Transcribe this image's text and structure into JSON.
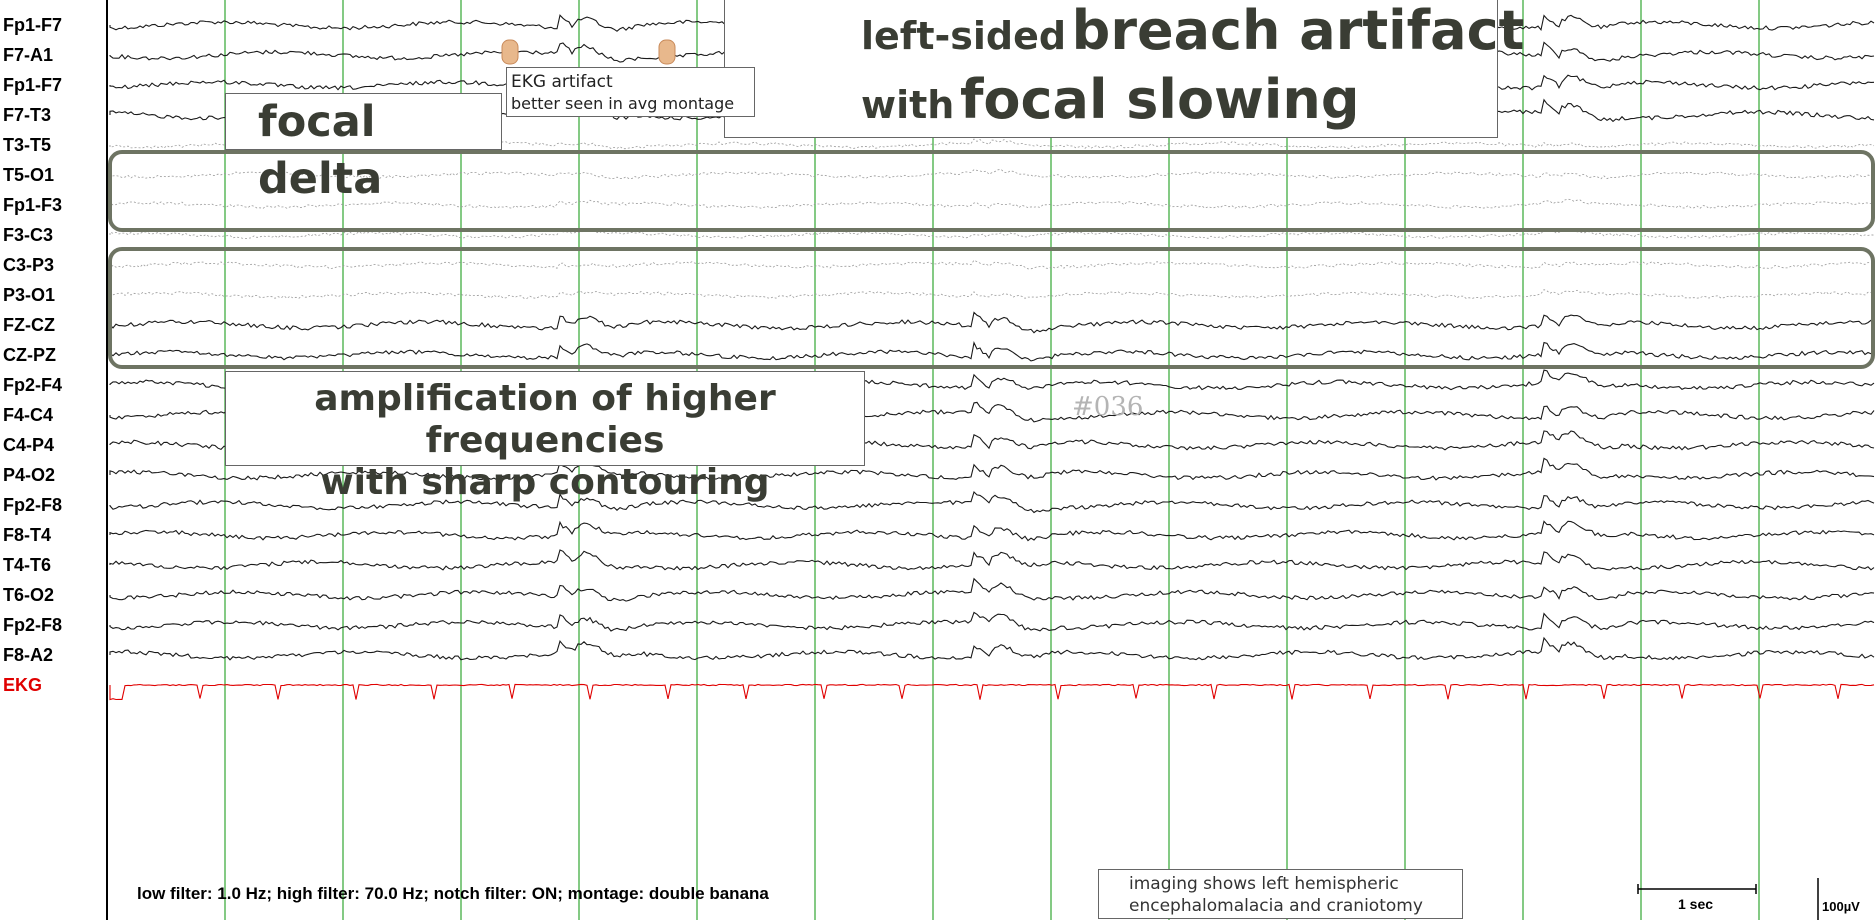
{
  "channels": [
    {
      "label": "Fp1-F7",
      "color": "#000000"
    },
    {
      "label": "F7-A1",
      "color": "#000000"
    },
    {
      "label": "Fp1-F7",
      "color": "#000000"
    },
    {
      "label": "F7-T3",
      "color": "#000000"
    },
    {
      "label": "T3-T5",
      "color": "#000000"
    },
    {
      "label": "T5-O1",
      "color": "#000000"
    },
    {
      "label": "Fp1-F3",
      "color": "#000000"
    },
    {
      "label": "F3-C3",
      "color": "#000000"
    },
    {
      "label": "C3-P3",
      "color": "#000000"
    },
    {
      "label": "P3-O1",
      "color": "#000000"
    },
    {
      "label": "FZ-CZ",
      "color": "#000000"
    },
    {
      "label": "CZ-PZ",
      "color": "#000000"
    },
    {
      "label": "Fp2-F4",
      "color": "#000000"
    },
    {
      "label": "F4-C4",
      "color": "#000000"
    },
    {
      "label": "C4-P4",
      "color": "#000000"
    },
    {
      "label": "P4-O2",
      "color": "#000000"
    },
    {
      "label": "Fp2-F8",
      "color": "#000000"
    },
    {
      "label": "F8-T4",
      "color": "#000000"
    },
    {
      "label": "T4-T6",
      "color": "#000000"
    },
    {
      "label": "T6-O2",
      "color": "#000000"
    },
    {
      "label": "Fp2-F8",
      "color": "#000000"
    },
    {
      "label": "F8-A2",
      "color": "#000000"
    },
    {
      "label": "EKG",
      "color": "#e00000"
    }
  ],
  "annotations": {
    "title_line1_small": "left-sided",
    "title_line1_large": "breach artifact",
    "title_line2_small": "with",
    "title_line2_large": "focal slowing",
    "focal_delta": "focal delta",
    "ekg_title": "EKG artifact",
    "ekg_sub": "better seen in avg montage",
    "amplification_line1": "amplification of higher frequencies",
    "amplification_line2": "with sharp contouring",
    "imaging_line1": "imaging shows left hemispheric",
    "imaging_line2": "encephalomalacia and craniotomy"
  },
  "footer": {
    "filters": "low filter: 1.0 Hz; high filter: 70.0 Hz; notch filter: ON; montage: double banana",
    "time_scale": "1 sec",
    "amplitude_scale": "100µV"
  },
  "watermark": "#036",
  "colors": {
    "grid_line": "#5cb85c",
    "trace": "#1a1a1a",
    "ekg_trace": "#e00000",
    "highlight_box_border": "#6e7463",
    "ekg_marker_fill": "#e8b88c"
  }
}
